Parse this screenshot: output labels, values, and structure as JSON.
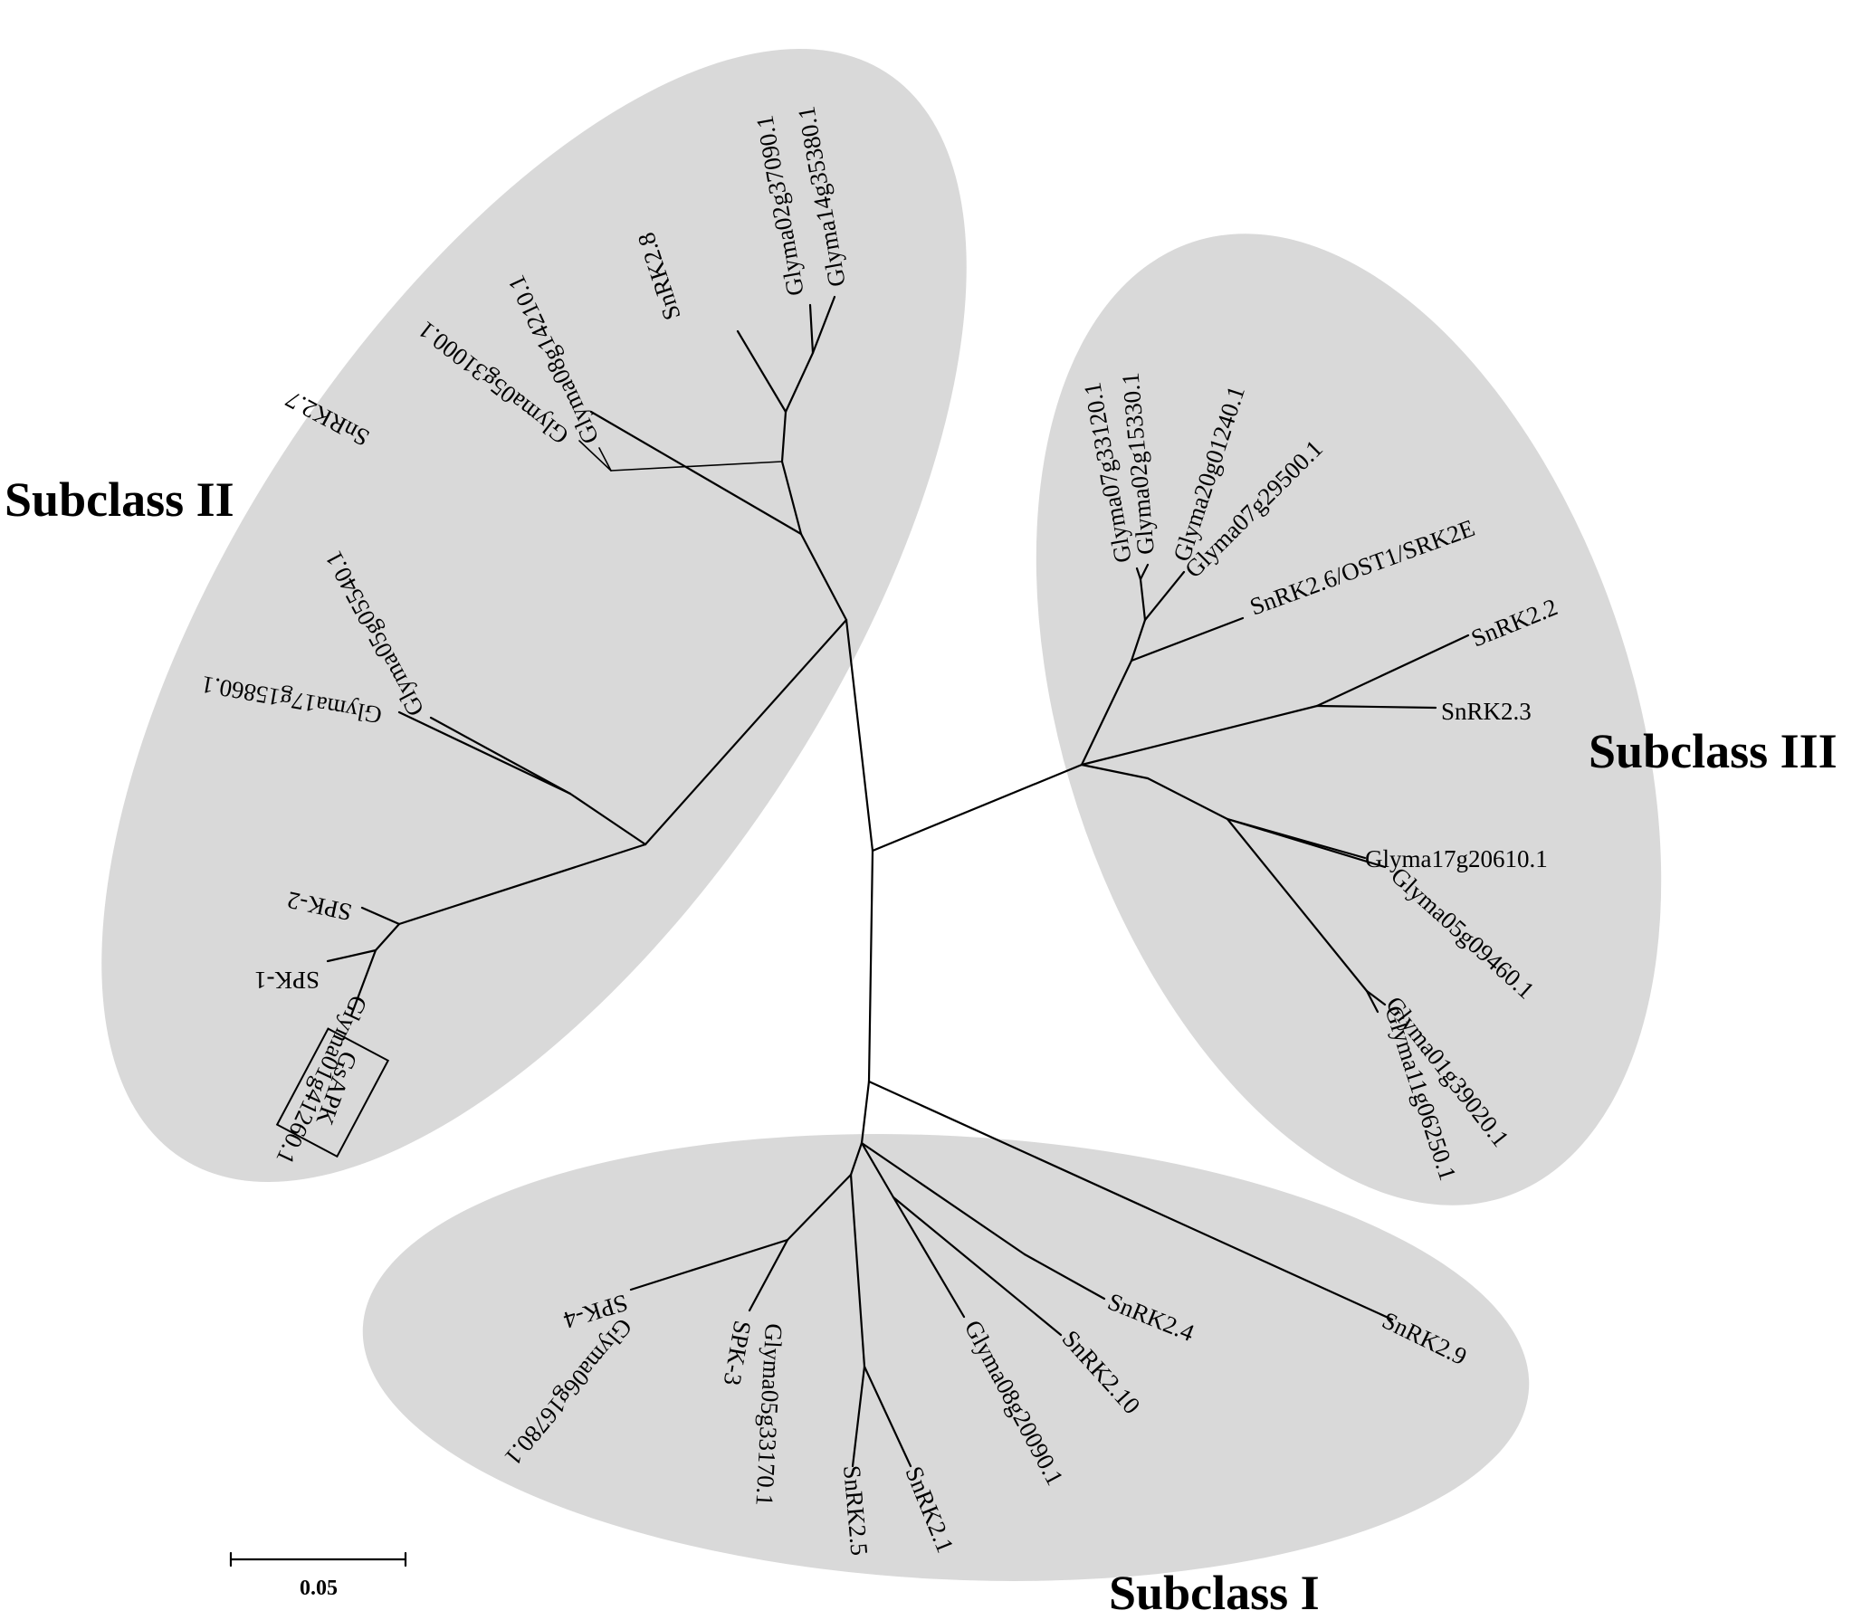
{
  "subclasses": {
    "one": "Subclass I",
    "two": "Subclass II",
    "three": "Subclass III"
  },
  "scale_bar": {
    "label": "0.05"
  },
  "leaves": {
    "glyma14g35380": "Glyma14g35380.1",
    "glyma02g37090": "Glyma02g37090.1",
    "snrk2_8": "SnRK2.8",
    "glyma08g14210": "Glyma08g14210.1",
    "glyma05g31000": "Glyma05g31000.1",
    "snrk2_7": "SnRK2.7",
    "glyma05g05540": "Glyma05g05540.1",
    "glyma17g15860": "Glyma17g15860.1",
    "spk2": "SPK-2",
    "spk1": "SPK-1",
    "glyma01g41260": "Glyma01g41260.1",
    "gsapk": "GsAPK",
    "glyma07g33120": "Glyma07g33120.1",
    "glyma02g15330": "Glyma02g15330.1",
    "glyma20g01240": "Glyma20g01240.1",
    "glyma07g29500": "Glyma07g29500.1",
    "snrk2_6": "SnRK2.6/OST1/SRK2E",
    "snrk2_2": "SnRK2.2",
    "snrk2_3": "SnRK2.3",
    "glyma17g20610": "Glyma17g20610.1",
    "glyma05g09460": "Glyma05g09460.1",
    "glyma01g39020": "Glyma01g39020.1",
    "glyma11g06250": "Glyma11g06250.1",
    "spk4": "SPK-4",
    "glyma06g16780": "Glyma06g16780.1",
    "spk3": "SPK-3",
    "glyma05g33170": "Glyma05g33170.1",
    "snrk2_5": "SnRK2.5",
    "snrk2_1": "SnRK2.1",
    "glyma08g20090": "Glyma08g20090.1",
    "snrk2_10": "SnRK2.10",
    "snrk2_4": "SnRK2.4",
    "snrk2_9": "SnRK2.9"
  }
}
